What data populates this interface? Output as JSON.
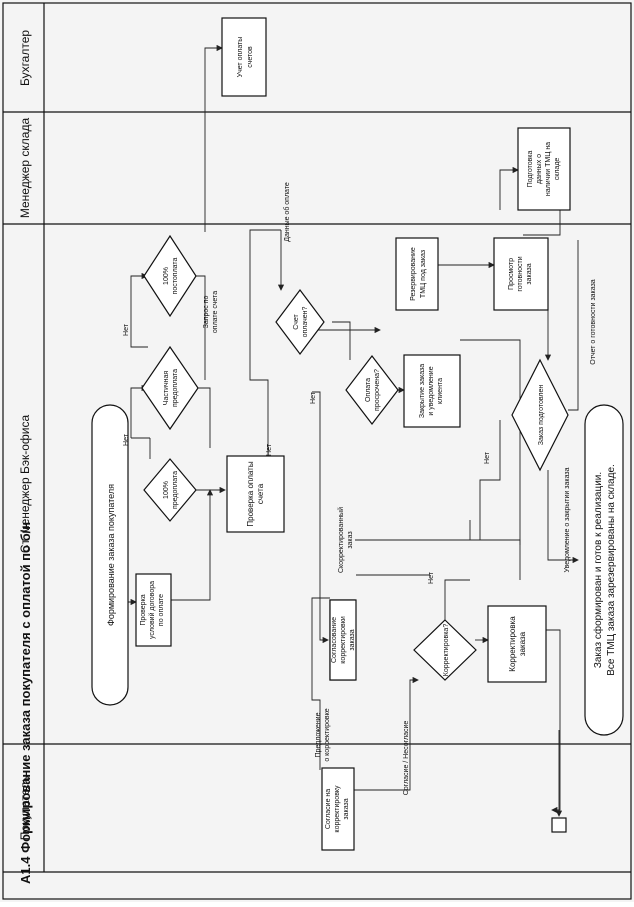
{
  "diagram": {
    "title": "A1.4 Формирование заказа покупателя с оплатой по б/н",
    "lanes": {
      "buyer": "Покупатель",
      "back_office": "Ст. менеджер Бэк-офиса",
      "warehouse": "Менеджер склада",
      "accountant": "Бухгалтер"
    },
    "terminators": {
      "start": "Формирование заказа покупателя",
      "end_line1": "Заказ сформирован и готов к реализации.",
      "end_line2": "Все ТМЦ заказа зарезервированы на складе."
    },
    "processes": {
      "contract_check": [
        "Проверка",
        "условий договора",
        "по оплате"
      ],
      "agree_correction": [
        "Согласование",
        "корректировки",
        "заказа"
      ],
      "buyer_agree": [
        "Согласие на",
        "корректировку",
        "заказа"
      ],
      "correction": [
        "Корректировка",
        "заказа"
      ],
      "payment_check": [
        "Проверка оплаты",
        "счета"
      ],
      "close_order": [
        "Закрытие заказа",
        "и уведомление",
        "клиента"
      ],
      "reserve": [
        "Резервирование",
        "ТМЦ под заказ"
      ],
      "view_ready": [
        "Просмотр",
        "готовности",
        "заказа"
      ],
      "prepare_data": [
        "Подготовка",
        "данных о",
        "наличии ТМЦ на",
        "складе"
      ],
      "accounting": [
        "Учет оплаты",
        "счетов"
      ]
    },
    "decisions": {
      "prepay_100": [
        "100%",
        "предоплата"
      ],
      "partial": [
        "Частичная",
        "предоплата"
      ],
      "postpay_100": [
        "100%",
        "постоплата"
      ],
      "paid": [
        "Счет",
        "оплачен?"
      ],
      "overdue": [
        "Оплата",
        "просрочена?"
      ],
      "corr": [
        "Корректировка?"
      ],
      "prepared": [
        "Заказ подготовлен"
      ]
    },
    "labels": {
      "net1": "Нет",
      "net2": "Нет",
      "net3": "Нет",
      "net4": "Нет",
      "net5": "Нет",
      "net6": "Нет",
      "payment_request": [
        "Запрос по",
        "оплате счета"
      ],
      "payment_data": "Данные об оплате",
      "corrected_order": [
        "Скорректированный",
        "заказ"
      ],
      "closure_notice": "Уведомление о закрытии заказа",
      "correction_offer": [
        "Предложение",
        "о корректировке"
      ],
      "agree_disagree": "Согласие / Несогласие",
      "ready_report": "Отчет о готовности заказа"
    }
  }
}
